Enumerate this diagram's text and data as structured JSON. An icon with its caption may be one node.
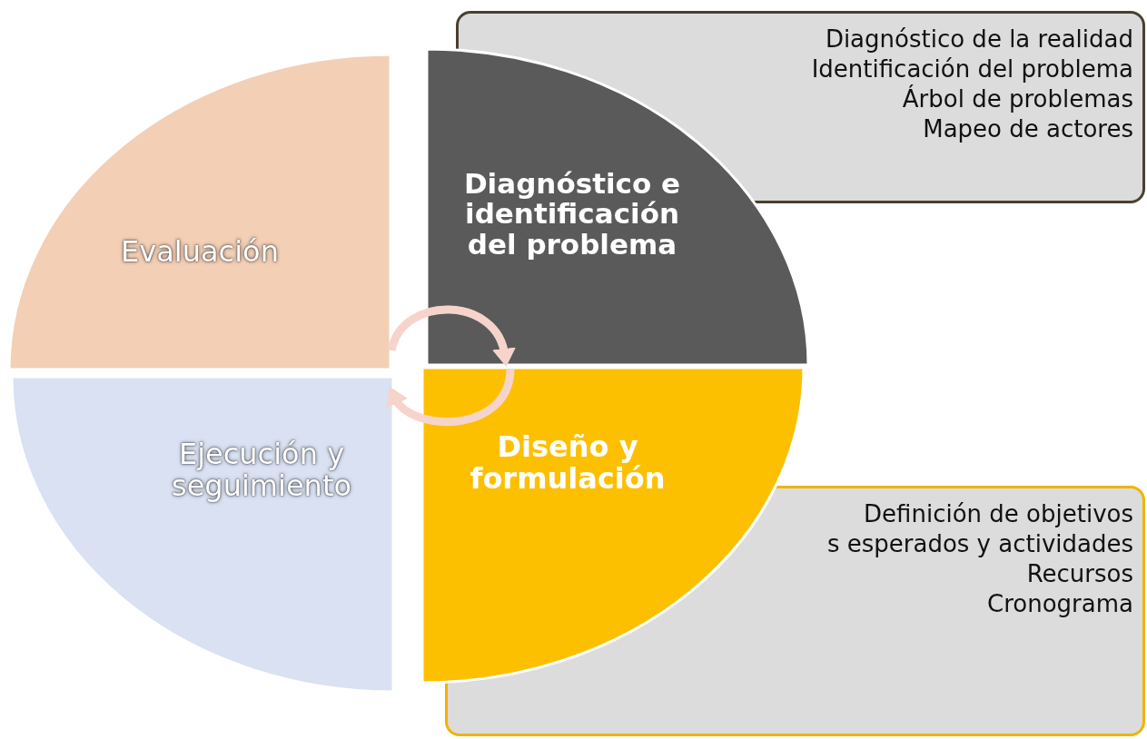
{
  "diagram": {
    "nodes": [
      {
        "text": [
          "Evaluación"
        ]
      },
      {
        "text": [
          "Diagnóstico e identificación del problema"
        ]
      },
      {
        "text": [
          "Diagnóstico de la realidad",
          "Identificación del problema",
          "Árbol de problemas",
          "Mapeo de actores"
        ]
      },
      {
        "text": [
          "Ejecución y seguimiento"
        ]
      },
      {
        "text": [
          "Diseño y formulación"
        ]
      },
      {
        "text": [
          "Definición de objetivos",
          "s esperados y actividades",
          "Recursos",
          "Cronograma"
        ]
      }
    ],
    "edges": [
      {
        "from": 0,
        "to": 1,
        "arrow": "to"
      },
      {
        "from": 4,
        "to": 3,
        "arrow": "to"
      }
    ]
  }
}
